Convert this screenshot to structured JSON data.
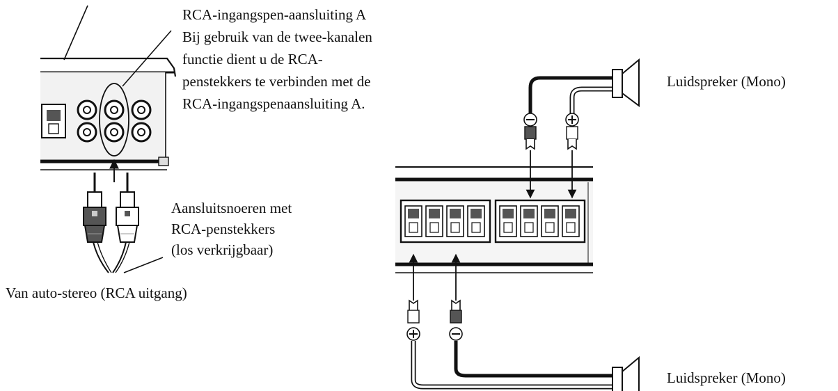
{
  "rca_input_note": {
    "lines": [
      "RCA-ingangspen-aansluiting A",
      "Bij gebruik van de twee-kanalen",
      "functie dient u de RCA-",
      "penstekkers te verbinden met de",
      "RCA-ingangspenaansluiting A."
    ]
  },
  "cable_note": {
    "lines": [
      "Aansluitsnoeren met",
      "RCA-penstekkers",
      "(los verkrijgbaar)"
    ]
  },
  "source_label": "Van auto-stereo (RCA uitgang)",
  "speakers": [
    {
      "label": "Luidspreker (Mono)"
    },
    {
      "label": "Luidspreker (Mono)"
    }
  ]
}
